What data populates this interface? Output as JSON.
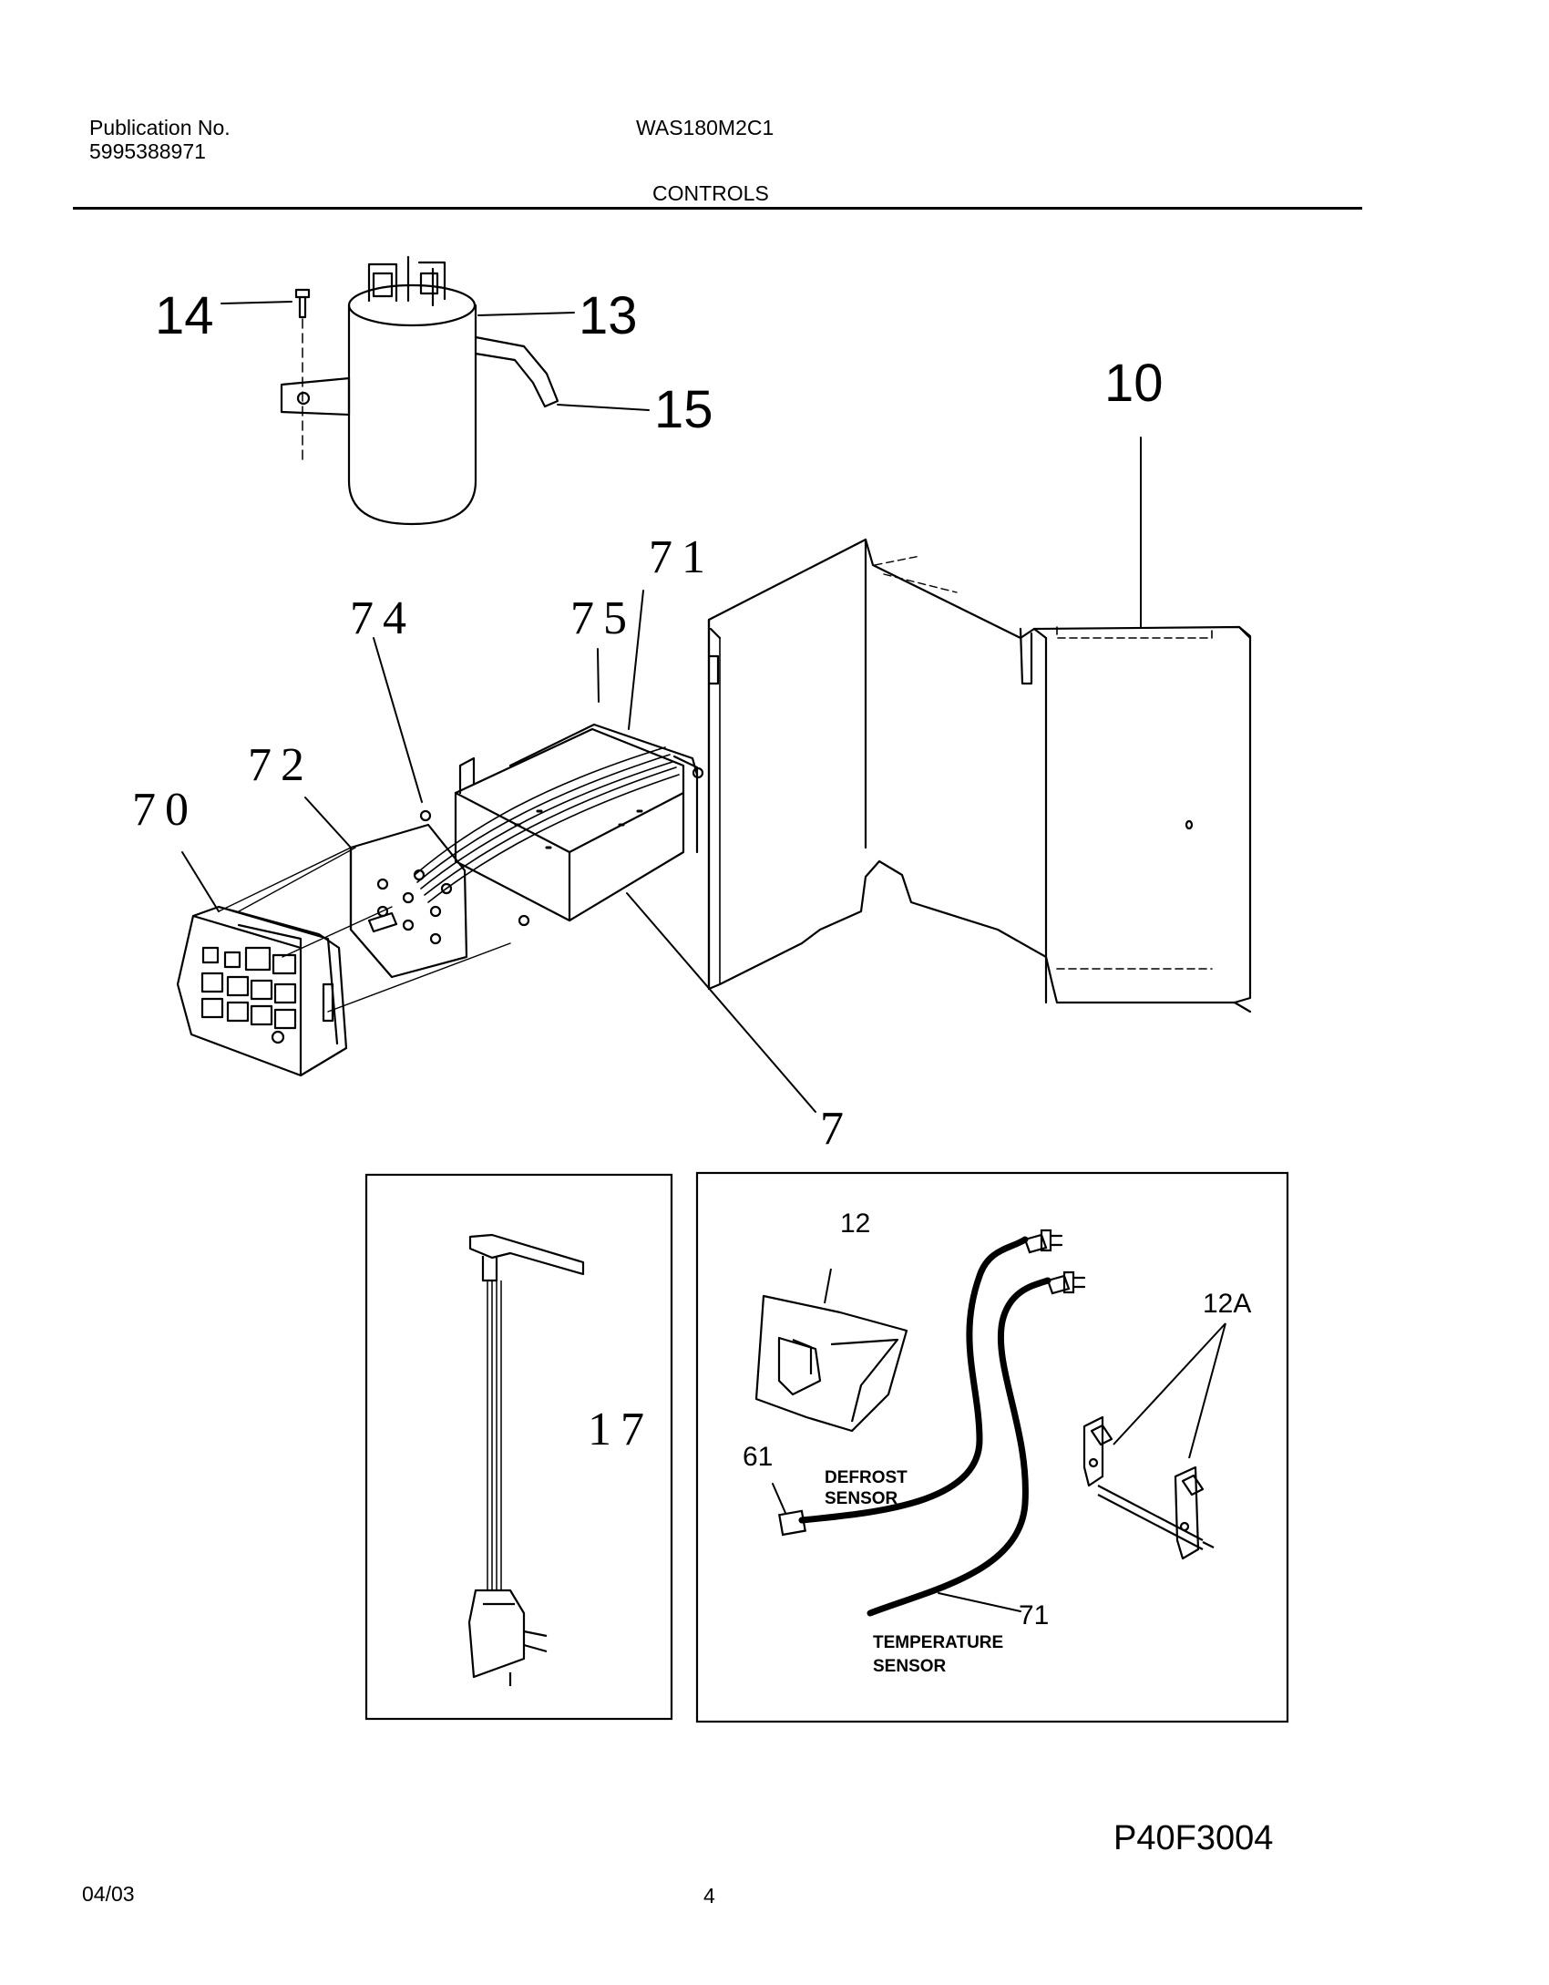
{
  "header": {
    "publication_label": "Publication No.",
    "publication_number": "5995388971",
    "model": "WAS180M2C1",
    "section_title": "CONTROLS"
  },
  "callouts": {
    "c14": "14",
    "c13": "13",
    "c15": "15",
    "c10": "10",
    "c71": "71",
    "c74": "74",
    "c75": "75",
    "c72": "72",
    "c70": "70",
    "c7": "7",
    "c17": "17",
    "c12": "12",
    "c12a": "12A",
    "c61": "61",
    "c71b": "71"
  },
  "sensor_labels": {
    "defrost_line1": "DEFROST",
    "defrost_line2": "SENSOR",
    "temperature_line1": "TEMPERATURE",
    "temperature_line2": "SENSOR"
  },
  "footer": {
    "date": "04/03",
    "page": "4",
    "figure_code": "P40F3004"
  }
}
